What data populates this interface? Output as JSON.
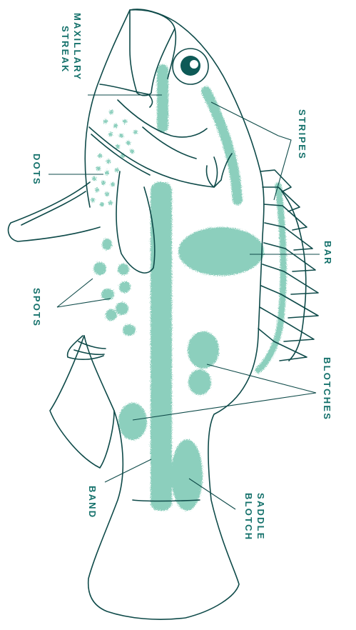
{
  "colors": {
    "ink": "#0e4a49",
    "label": "#13706a",
    "pattern": "#8ccfbd",
    "eye": "#0e5a57",
    "background": "#ffffff"
  },
  "labels": {
    "maxillary_streak": [
      "MAXILLARY",
      "STREAK"
    ],
    "stripes": "STRIPES",
    "dots": "DOTS",
    "bar": "BAR",
    "spots": "SPOTS",
    "blotches": "BLOTCHES",
    "band": "BAND",
    "saddle_blotch": [
      "SADDLE",
      "BLOTCH"
    ]
  }
}
